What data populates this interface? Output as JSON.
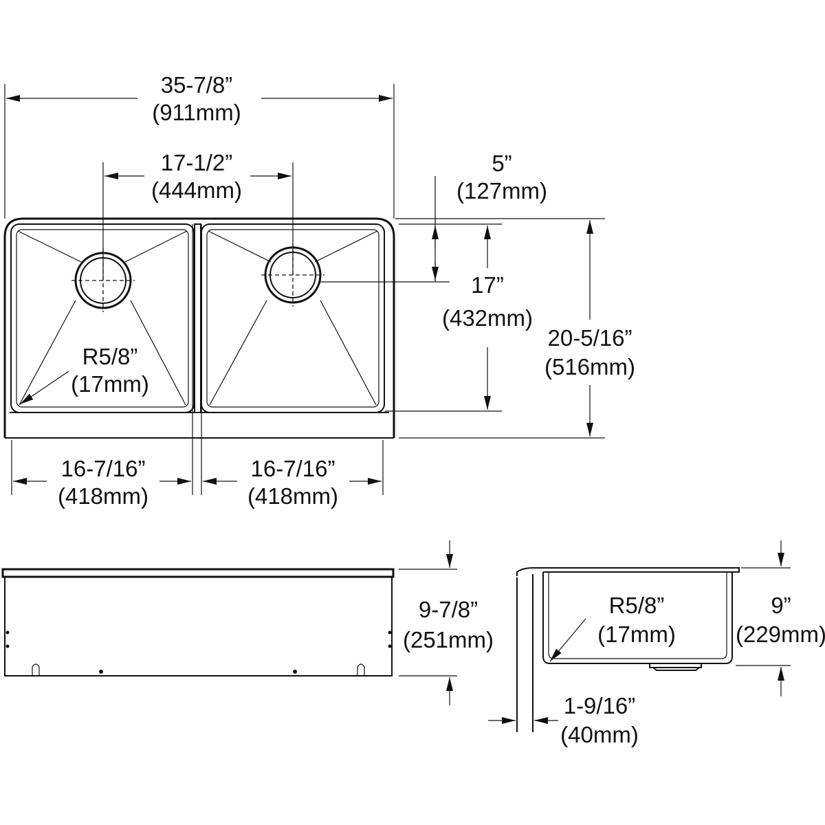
{
  "top_view": {
    "overall_width": {
      "in": "35-7/8”",
      "mm": "(911mm)"
    },
    "drain_spacing": {
      "in": "17-1/2”",
      "mm": "(444mm)"
    },
    "drain_offset": {
      "in": "5”",
      "mm": "(127mm)"
    },
    "bowl_depth": {
      "in": "17”",
      "mm": "(432mm)"
    },
    "overall_depth": {
      "in": "20-5/16”",
      "mm": "(516mm)"
    },
    "corner_radius": {
      "in": "R5/8”",
      "mm": "(17mm)"
    },
    "left_bowl_width": {
      "in": "16-7/16”",
      "mm": "(418mm)"
    },
    "right_bowl_width": {
      "in": "16-7/16”",
      "mm": "(418mm)"
    }
  },
  "front_view": {
    "apron_height": {
      "in": "9-7/8”",
      "mm": "(251mm)"
    }
  },
  "side_view": {
    "corner_radius": {
      "in": "R5/8”",
      "mm": "(17mm)"
    },
    "bowl_depth": {
      "in": "9”",
      "mm": "(229mm)"
    },
    "apron_thickness": {
      "in": "1-9/16”",
      "mm": "(40mm)"
    }
  }
}
